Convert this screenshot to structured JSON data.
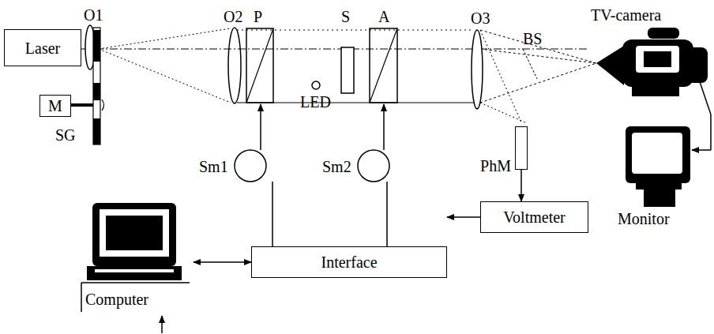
{
  "diagram": {
    "nodes": [
      {
        "text": [
          "Laser"
        ]
      },
      {
        "text": [
          "M"
        ]
      },
      {
        "text": [
          "PhM"
        ]
      },
      {
        "text": [
          "Voltmeter"
        ]
      },
      {
        "text": [
          "Computer"
        ]
      },
      {
        "text": [
          "Interface"
        ]
      }
    ],
    "edges": [
      {
        "from": 2,
        "to": 3,
        "arrow": "to"
      },
      {
        "from": 3,
        "to": 5,
        "arrow": "to"
      },
      {
        "from": 4,
        "to": 5,
        "arrow": "both"
      }
    ],
    "labels": [
      "O1",
      "O2",
      "P",
      "S",
      "A",
      "O3",
      "BS",
      "TV-camera",
      "LED",
      "SG",
      "Sm1",
      "Sm2",
      "Monitor"
    ]
  }
}
